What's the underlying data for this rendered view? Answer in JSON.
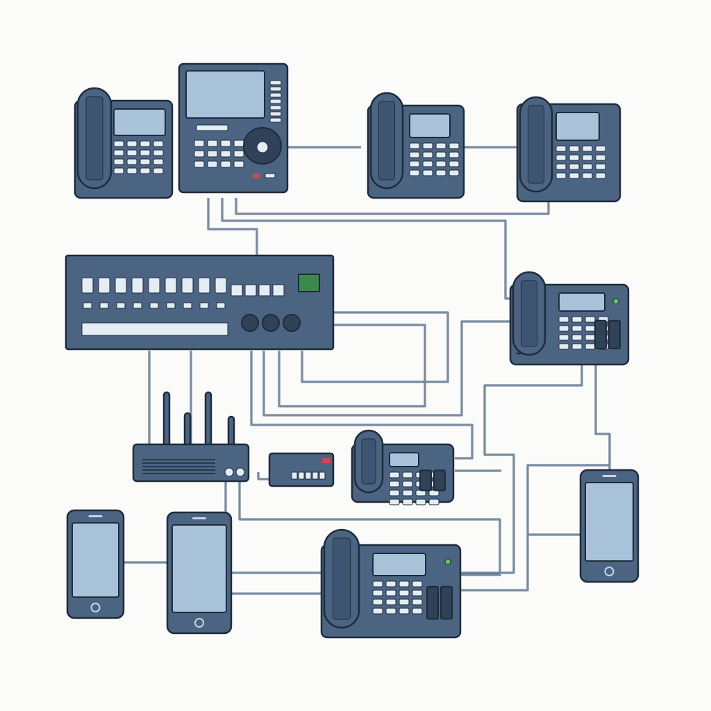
{
  "colors": {
    "background": "#fbfbfa",
    "device_body": "#4b6482",
    "outline": "#1e2b3b",
    "screen": "#a8c2da",
    "key": "#e4ecf4",
    "cable": "#50667f",
    "led_green": "#5cc65c",
    "led_red": "#d24a4a"
  },
  "devices": [
    {
      "type": "desk-phone",
      "icon": "desk-phone-icon"
    },
    {
      "type": "video-phone-terminal",
      "icon": "terminal-icon"
    },
    {
      "type": "desk-phone",
      "icon": "desk-phone-icon"
    },
    {
      "type": "desk-phone",
      "icon": "desk-phone-icon"
    },
    {
      "type": "patch-panel-switch",
      "icon": "switch-icon"
    },
    {
      "type": "desk-phone",
      "icon": "desk-phone-icon"
    },
    {
      "type": "wireless-router",
      "icon": "router-icon"
    },
    {
      "type": "small-switch",
      "icon": "switch-icon"
    },
    {
      "type": "desk-phone",
      "icon": "desk-phone-icon"
    },
    {
      "type": "smartphone",
      "icon": "smartphone-icon"
    },
    {
      "type": "smartphone",
      "icon": "smartphone-icon"
    },
    {
      "type": "smartphone",
      "icon": "smartphone-icon"
    },
    {
      "type": "desk-phone",
      "icon": "desk-phone-icon"
    }
  ]
}
